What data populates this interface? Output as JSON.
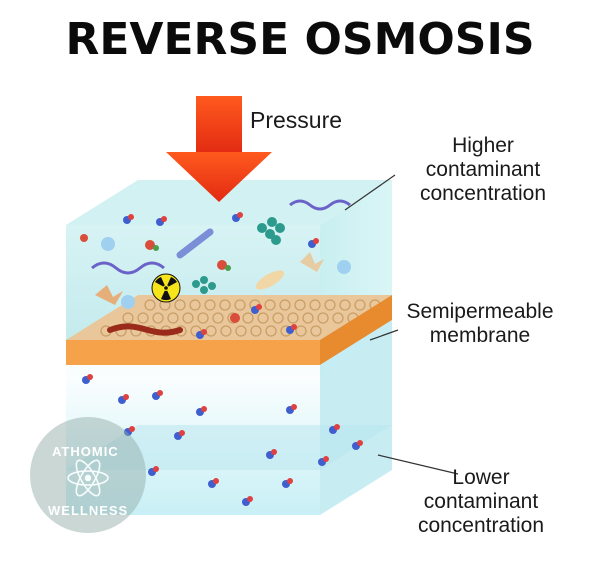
{
  "title": "REVERSE OSMOSIS",
  "labels": {
    "pressure": "Pressure",
    "higher_line1": "Higher",
    "higher_line2": "contaminant",
    "higher_line3": "concentration",
    "semi_line1": "Semipermeable",
    "semi_line2": "membrane",
    "lower_line1": "Lower",
    "lower_line2": "contaminant",
    "lower_line3": "concentration"
  },
  "watermark": {
    "line1": "ATHOMIC",
    "line2": "WELLNESS"
  },
  "colors": {
    "arrow": "#f03a17",
    "water_top": "#bfe9ec",
    "membrane": "#f5a24a",
    "water_bottom": "#c9f0f6",
    "radiation": "#f7e51c"
  },
  "icons": [
    "arrow-down-icon",
    "radiation-icon",
    "atom-icon"
  ]
}
